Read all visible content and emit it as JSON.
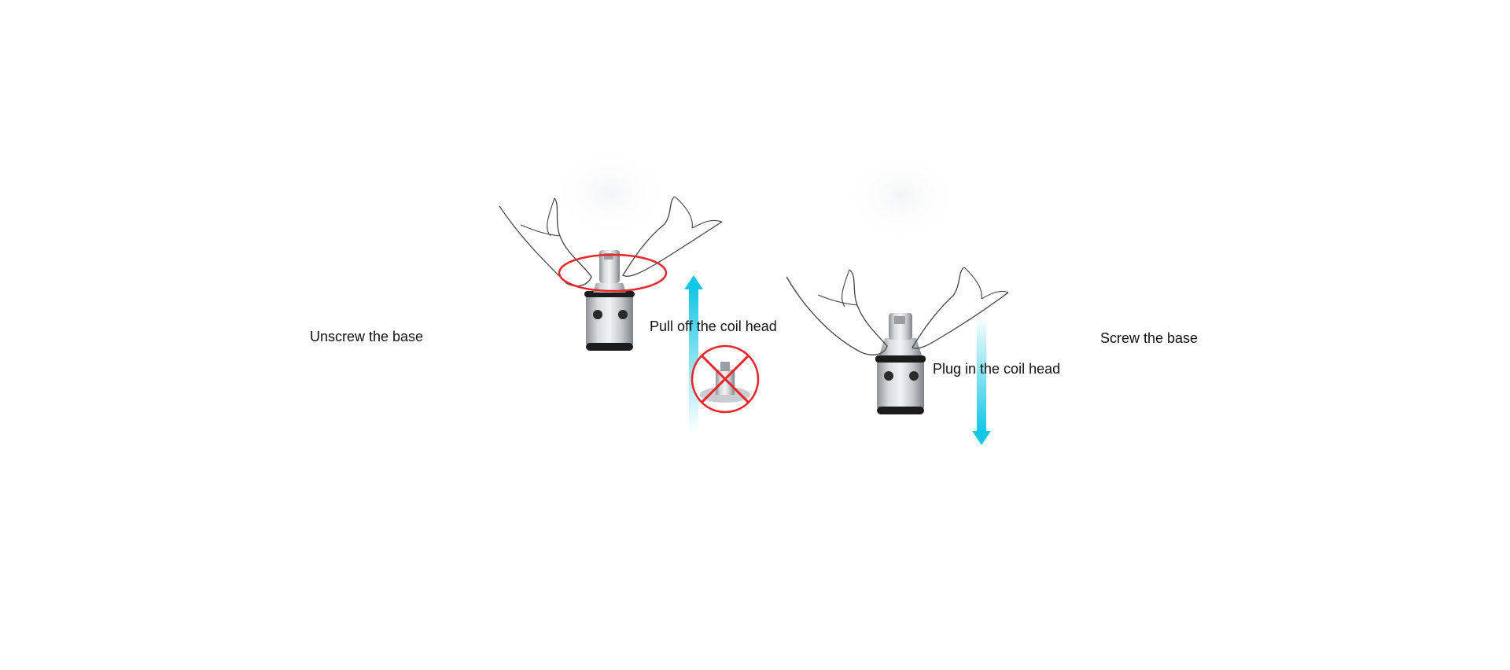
{
  "steps": {
    "unscrew_base": "Unscrew the base",
    "pull_off": "Pull off the coil head",
    "plug_in": "Plug in the coil head",
    "screw_base": "Screw the base"
  },
  "colors": {
    "arrow": "#12c6e6",
    "ring_highlight": "#e8262a",
    "metal": "#b9bcc0",
    "oring": "#1b1b1b",
    "outline": "#444444"
  },
  "icons": [
    "hand-left-icon",
    "hand-right-icon",
    "coil-head-icon",
    "up-arrow-icon",
    "down-arrow-icon",
    "prohibited-icon"
  ]
}
